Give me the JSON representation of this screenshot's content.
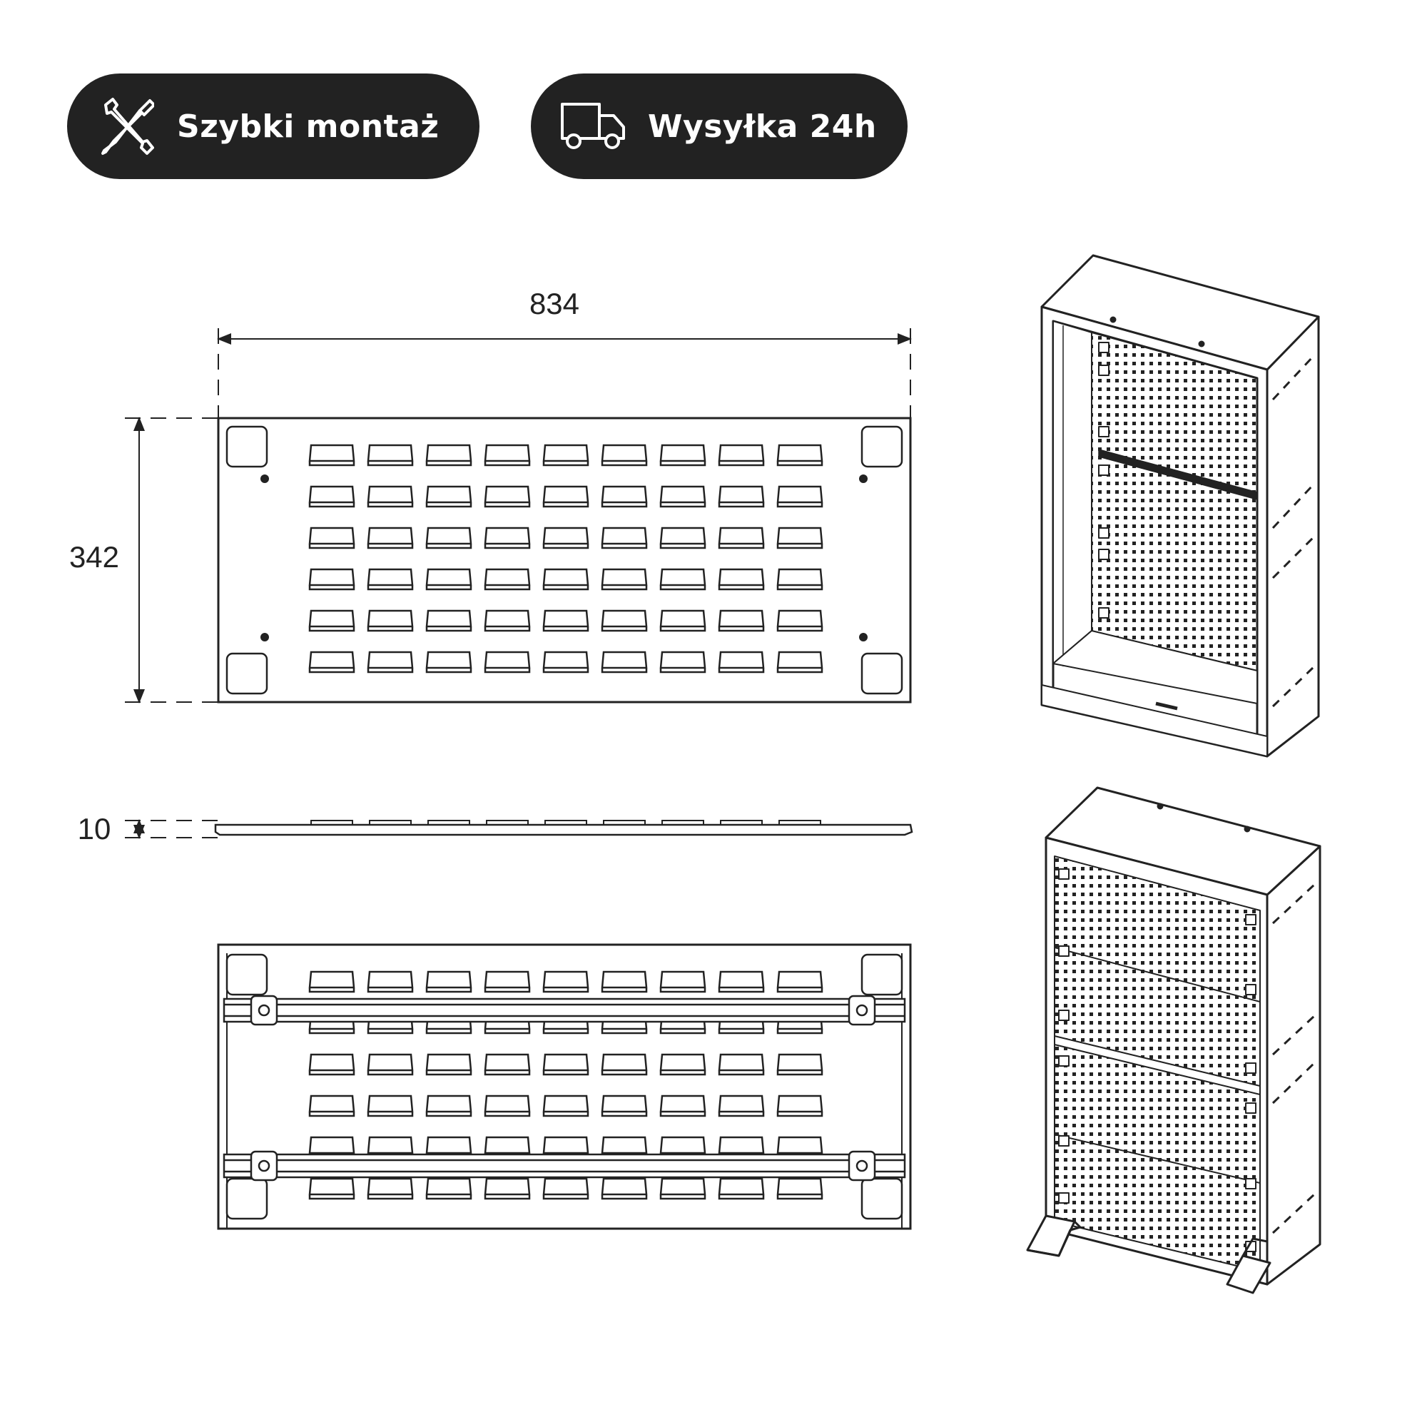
{
  "badges": {
    "assembly": {
      "label": "Szybki montaż",
      "icon": "tools-icon"
    },
    "shipping": {
      "label": "Wysyłka 24h",
      "icon": "truck-icon"
    }
  },
  "dimensions": {
    "width": "834",
    "height": "342",
    "thickness": "10"
  },
  "views": {
    "panel_front": {
      "slot_columns": 9,
      "slot_rows": 6,
      "mount_holes": 4
    },
    "panel_back": {
      "slot_columns": 9,
      "slot_rows": 6,
      "rails": 2
    }
  },
  "colors": {
    "badge_background": "#222222",
    "badge_text": "#ffffff",
    "line": "#222222",
    "background": "#ffffff"
  }
}
